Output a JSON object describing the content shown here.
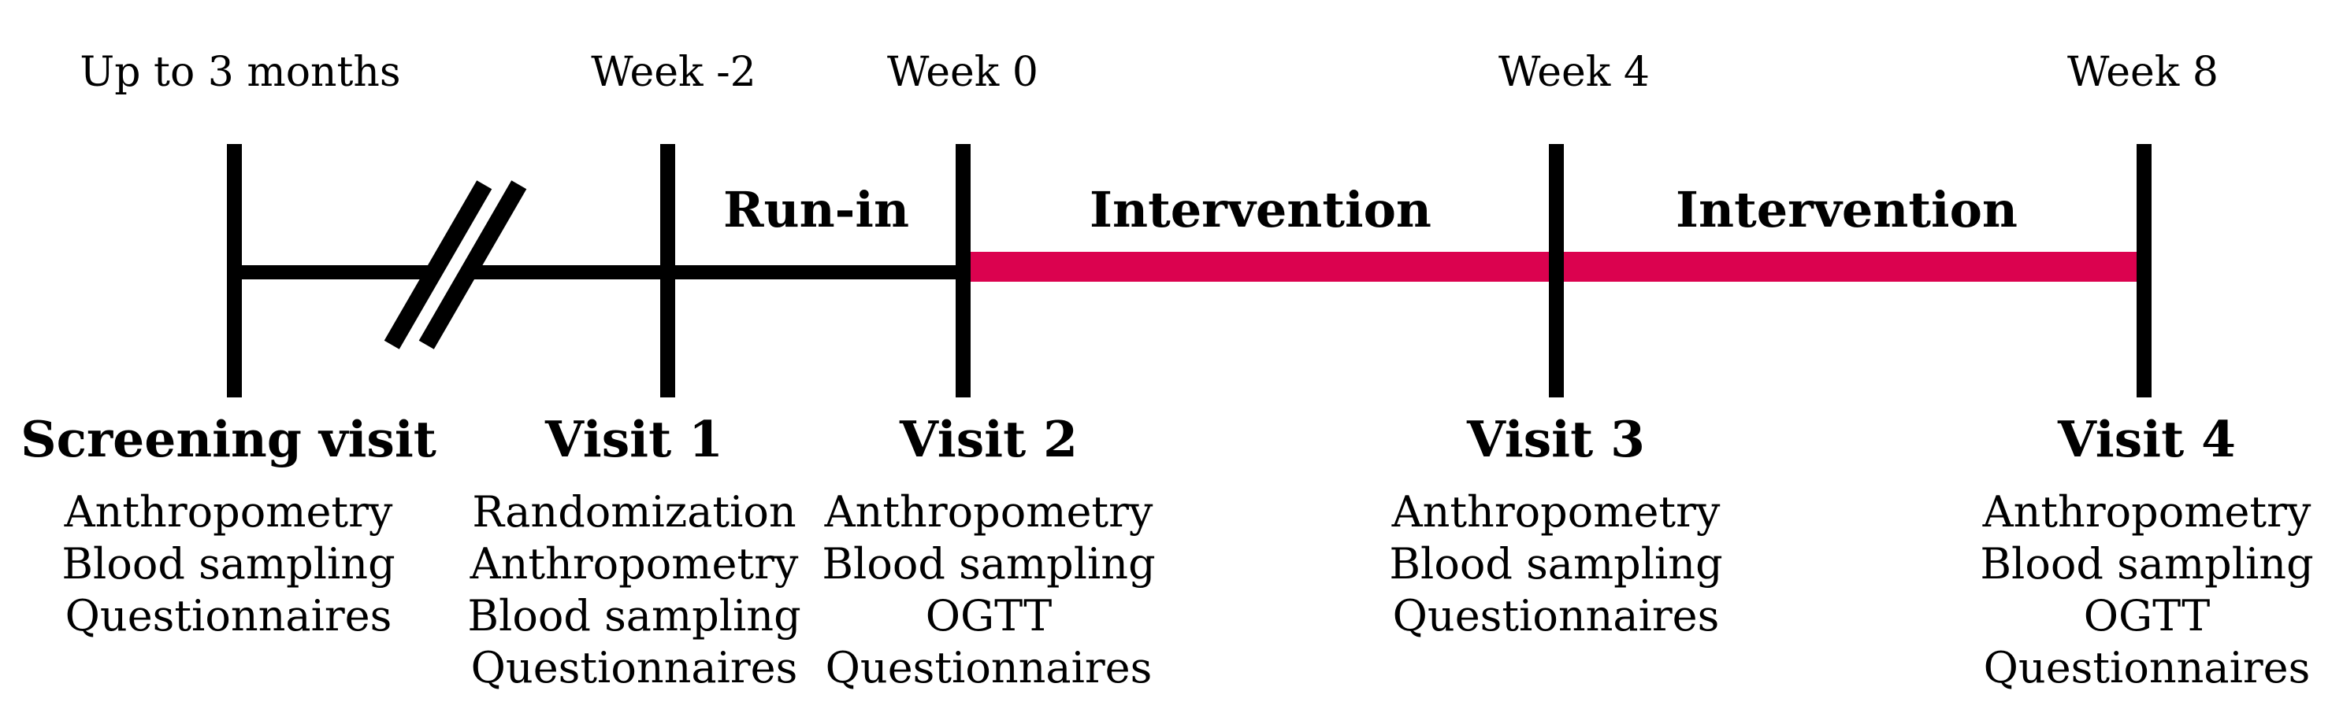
{
  "palette": {
    "accent_pink": "#DB024F",
    "line_black": "#000000",
    "background": "#FFFFFF"
  },
  "timeline": {
    "top_labels": [
      {
        "text": "Up to 3 months"
      },
      {
        "text": "Week -2"
      },
      {
        "text": "Week 0"
      },
      {
        "text": "Week 4"
      },
      {
        "text": "Week 8"
      }
    ],
    "phases": [
      {
        "label": "Run-in"
      },
      {
        "label": "Intervention"
      },
      {
        "label": "Intervention"
      }
    ]
  },
  "visits": [
    {
      "title": "Screening visit",
      "items": [
        "Anthropometry",
        "Blood sampling",
        "Questionnaires"
      ]
    },
    {
      "title": "Visit 1",
      "items": [
        "Randomization",
        "Anthropometry",
        "Blood sampling",
        "Questionnaires"
      ]
    },
    {
      "title": "Visit 2",
      "items": [
        "Anthropometry",
        "Blood sampling",
        "OGTT",
        "Questionnaires"
      ]
    },
    {
      "title": "Visit 3",
      "items": [
        "Anthropometry",
        "Blood sampling",
        "Questionnaires"
      ]
    },
    {
      "title": "Visit 4",
      "items": [
        "Anthropometry",
        "Blood sampling",
        "OGTT",
        "Questionnaires"
      ]
    }
  ]
}
